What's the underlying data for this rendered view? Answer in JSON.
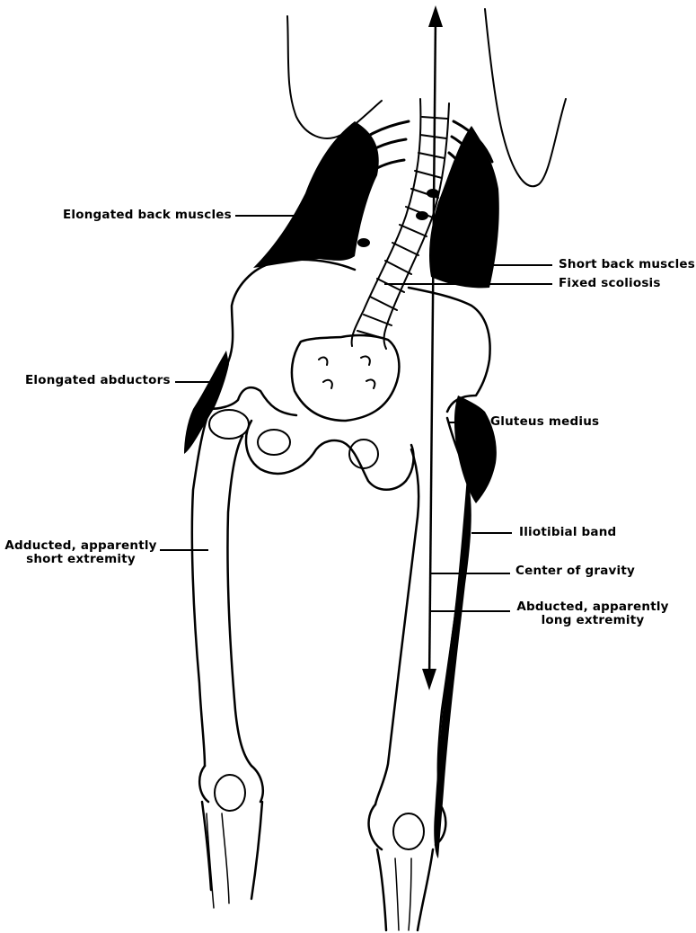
{
  "figure": {
    "subject": "Anterior view of pelvis, lumbar spine and lower extremities",
    "colors": {
      "ink": "#000000",
      "paper": "#ffffff"
    },
    "labels": {
      "elongated_back_muscles": "Elongated back muscles",
      "short_back_muscles": "Short back muscles",
      "fixed_scoliosis": "Fixed scoliosis",
      "elongated_abductors": "Elongated abductors",
      "gluteus_medius": "Gluteus medius",
      "adducted_line1": "Adducted, apparently",
      "adducted_line2": "short extremity",
      "iliotibial_band": "Iliotibial band",
      "center_of_gravity": "Center of gravity",
      "abducted_line1": "Abducted, apparently",
      "abducted_line2": "long extremity"
    }
  }
}
